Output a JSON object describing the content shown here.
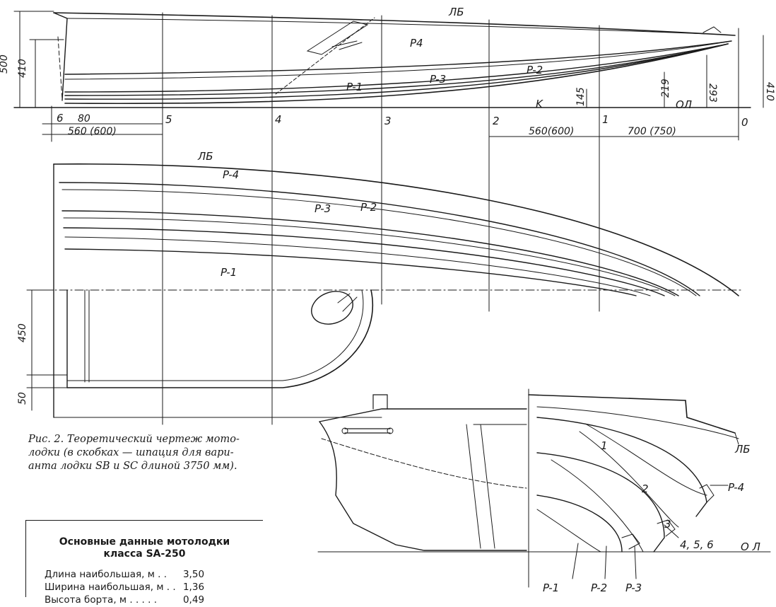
{
  "profile": {
    "station_labels": [
      "6",
      "5",
      "4",
      "3",
      "2",
      "1",
      "0"
    ],
    "line_labels": {
      "lb": "ЛБ",
      "p4": "P4",
      "p3": "P-3",
      "p2": "P-2",
      "p1": "P-1",
      "k": "K",
      "ol": "ОЛ"
    },
    "dims": {
      "d500": "500",
      "d410_left": "410",
      "d410_right": "410",
      "d293": "293",
      "d219": "219",
      "d145": "145",
      "d80": "80",
      "d560_left": "560 (600)",
      "d560_right": "560(600)",
      "d700": "700 (750)"
    }
  },
  "plan": {
    "line_labels": {
      "lb": "ЛБ",
      "p4": "P-4",
      "p3": "P-3",
      "p2": "P-2",
      "p1": "P-1"
    },
    "dims": {
      "d450": "450",
      "d50": "50"
    }
  },
  "body_plan": {
    "station_labels": [
      "1",
      "2",
      "3",
      "4, 5, 6"
    ],
    "line_labels": {
      "lb": "ЛБ",
      "p4": "P-4",
      "p1": "P-1",
      "p2": "P-2",
      "p3": "P-3",
      "ol": "О Л"
    }
  },
  "caption": {
    "line1": "Рис. 2. Теоретический чертеж мото-",
    "line2": "лодки (в скобках — шпация для вари-",
    "line3": "анта лодки SB и SC длиной 3750 мм)."
  },
  "specs": {
    "title_line1": "Основные данные мотолодки",
    "title_line2": "класса SA-250",
    "rows": [
      {
        "label": "Длина наибольшая, м . . ",
        "value": "3,50"
      },
      {
        "label": "Ширина наибольшая, м . . ",
        "value": "1,36"
      },
      {
        "label": "Высота борта, м . . . . . ",
        "value": "0,49"
      }
    ]
  },
  "colors": {
    "ink": "#1a1a1a",
    "paper": "#ffffff"
  }
}
